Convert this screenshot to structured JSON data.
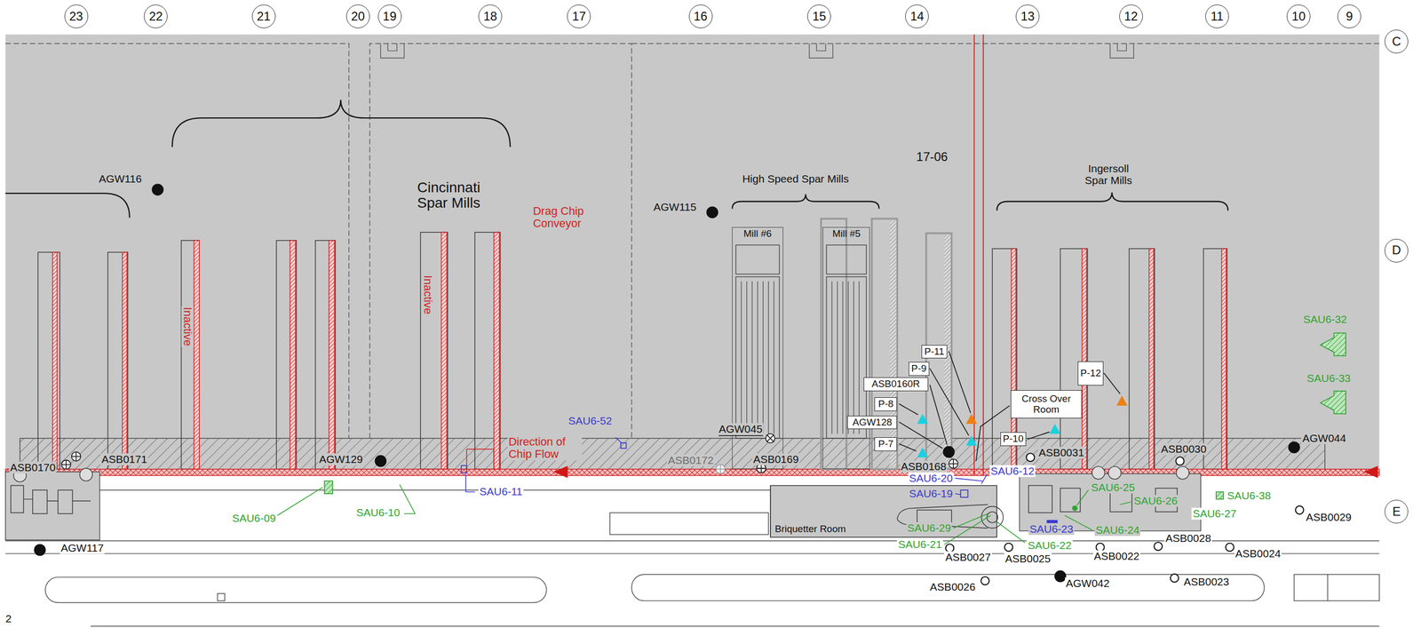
{
  "diagram": {
    "nodes": [
      {
        "text": [
          "23"
        ]
      },
      {
        "text": [
          "22"
        ]
      },
      {
        "text": [
          "21"
        ]
      },
      {
        "text": [
          "20"
        ]
      },
      {
        "text": [
          "19"
        ]
      },
      {
        "text": [
          "18"
        ]
      },
      {
        "text": [
          "17"
        ]
      },
      {
        "text": [
          "16"
        ]
      },
      {
        "text": [
          "15"
        ]
      },
      {
        "text": [
          "14"
        ]
      },
      {
        "text": [
          "13"
        ]
      },
      {
        "text": [
          "12"
        ]
      },
      {
        "text": [
          "11"
        ]
      },
      {
        "text": [
          "10"
        ]
      },
      {
        "text": [
          "9"
        ]
      },
      {
        "text": [
          "C"
        ]
      },
      {
        "text": [
          "D"
        ]
      },
      {
        "text": [
          "E"
        ]
      },
      {
        "text": [
          "Mill #6"
        ]
      },
      {
        "text": [
          "Mill #5"
        ]
      },
      {
        "text": [
          "P-11"
        ]
      },
      {
        "text": [
          "P-9"
        ]
      },
      {
        "text": [
          "P-12"
        ]
      },
      {
        "text": [
          "ASB0160R"
        ]
      },
      {
        "text": [
          "Cross Over Room"
        ]
      },
      {
        "text": [
          "P-8"
        ]
      },
      {
        "text": [
          "AGW128"
        ]
      },
      {
        "text": [
          "P-10"
        ]
      },
      {
        "text": [
          "P-7"
        ]
      },
      {
        "text": [
          "Briquetter Room"
        ]
      }
    ],
    "labels": [
      "AGW116",
      "Cincinnati Spar Mills",
      "Drag Chip Conveyor",
      "High Speed Spar Mills",
      "17-06",
      "Ingersoll Spar Mills",
      "AGW115",
      "Inactive",
      "Inactive",
      "SAU6-32",
      "SAU6-33",
      "SAU6-52",
      "Direction of Chip Flow",
      "AGW045",
      "AGW044",
      "ASB0170",
      "ASB0171",
      "AGW129",
      "ASB0172",
      "ASB0169",
      "ASB0168",
      "ASB0031",
      "ASB0030",
      "SAU6-20",
      "SAU6-12",
      "SAU6-11",
      "SAU6-19",
      "SAU6-25",
      "SAU6-26",
      "SAU6-38",
      "SAU6-09",
      "SAU6-10",
      "SAU6-27",
      "ASB0029",
      "SAU6-29",
      "SAU6-23",
      "SAU6-24",
      "SAU6-21",
      "SAU6-22",
      "ASB0028",
      "ASB0022",
      "ASB0024",
      "ASB0027",
      "ASB0025",
      "AGW117",
      "AGW042",
      "ASB0026",
      "ASB0023",
      "2"
    ]
  }
}
